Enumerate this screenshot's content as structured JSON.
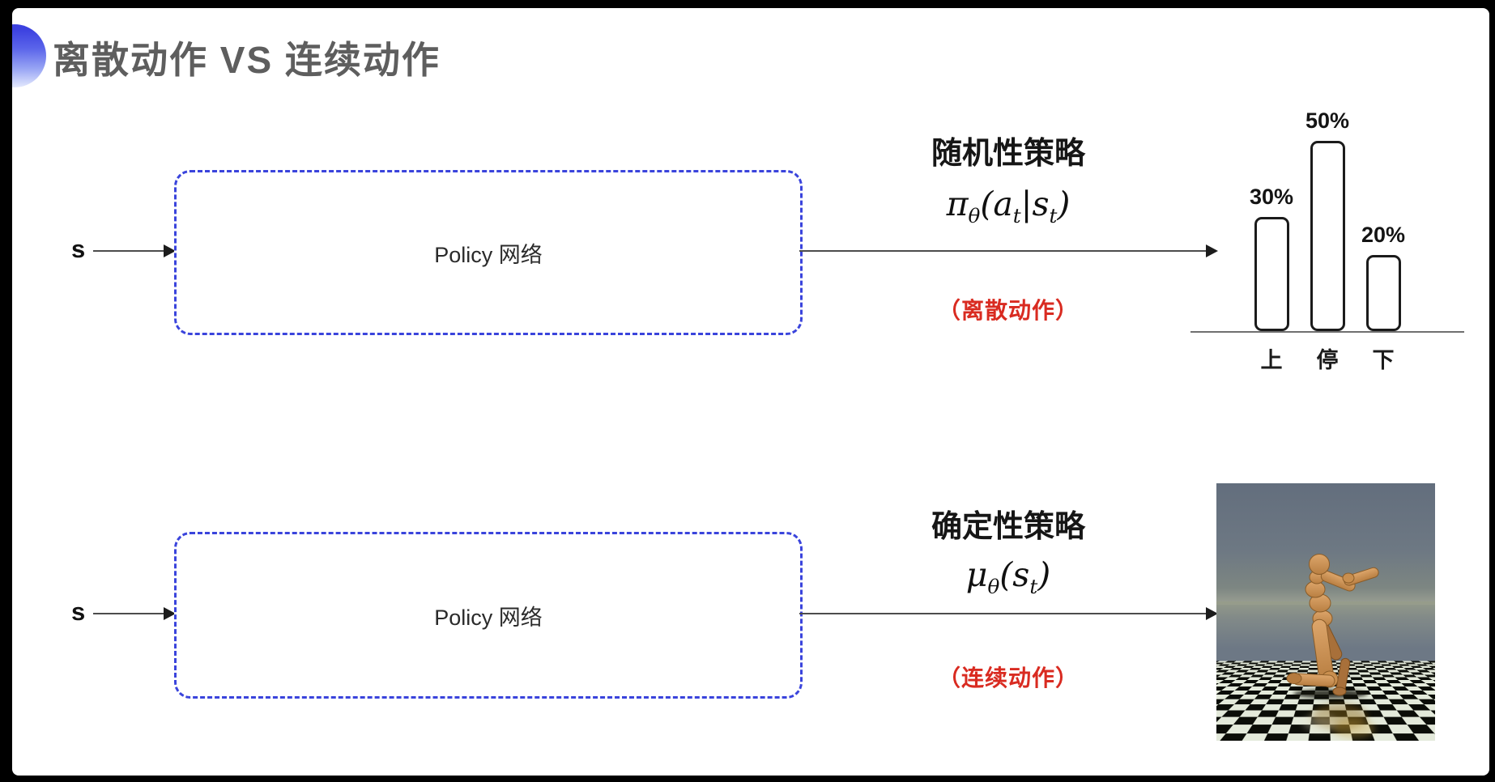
{
  "title": {
    "text": "离散动作 VS 连续动作"
  },
  "colors": {
    "dashed_box_blue": "#3a44dc",
    "red_note": "#d92b21",
    "title_gray": "#5e5e5e",
    "bar_outline": "#1b1b1b"
  },
  "top_flow": {
    "input_label": "s",
    "box_label": "Policy 网络",
    "policy_type": "随机性策略",
    "formula": [
      {
        "text": "π",
        "sub": "θ"
      },
      {
        "text": "(a",
        "sub": "t"
      },
      {
        "text": "|s",
        "sub": "t"
      },
      {
        "text": ")",
        "sub": ""
      }
    ],
    "action_note": "（离散动作）"
  },
  "bottom_flow": {
    "input_label": "s",
    "box_label": "Policy 网络",
    "policy_type": "确定性策略",
    "formula": [
      {
        "text": "μ",
        "sub": "θ"
      },
      {
        "text": "(s",
        "sub": "t"
      },
      {
        "text": ")",
        "sub": ""
      }
    ],
    "action_note": "（连续动作）"
  },
  "chart_data": {
    "type": "bar",
    "categories": [
      "上",
      "停",
      "下"
    ],
    "values": [
      30,
      50,
      20
    ],
    "value_labels": [
      "30%",
      "50%",
      "20%"
    ],
    "title": "",
    "xlabel": "",
    "ylabel": "",
    "ylim": [
      0,
      55
    ],
    "grid": false,
    "legend": false
  },
  "simulation_image": {
    "name": "humanoid-simulation",
    "description": "humanoid robot on checkered floor"
  }
}
